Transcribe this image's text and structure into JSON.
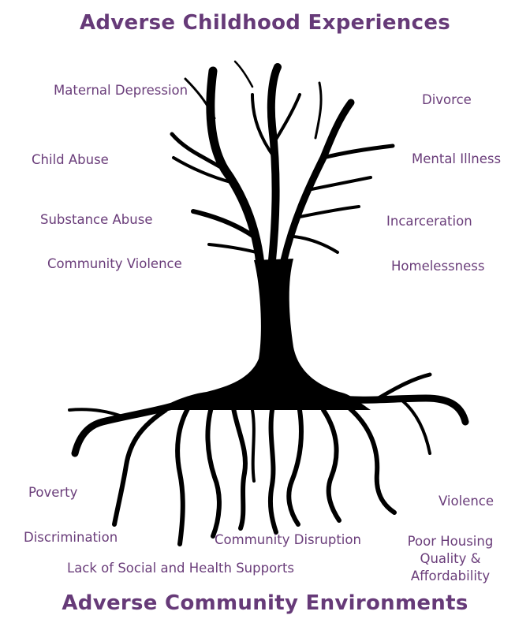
{
  "titles": {
    "top": "Adverse Childhood Experiences",
    "bottom": "Adverse Community Environments"
  },
  "childhood_experiences": [
    "Maternal Depression",
    "Child Abuse",
    "Substance Abuse",
    "Community Violence",
    "Divorce",
    "Mental Illness",
    "Incarceration",
    "Homelessness"
  ],
  "community_environments": [
    "Poverty",
    "Discrimination",
    "Lack of Social and Health Supports",
    "Community Disruption",
    "Violence",
    "Poor Housing Quality & Affordability"
  ],
  "colors": {
    "text": "#6a3d7a",
    "title": "#663a78",
    "tree": "#000000"
  },
  "icons": [
    "tree-icon"
  ]
}
